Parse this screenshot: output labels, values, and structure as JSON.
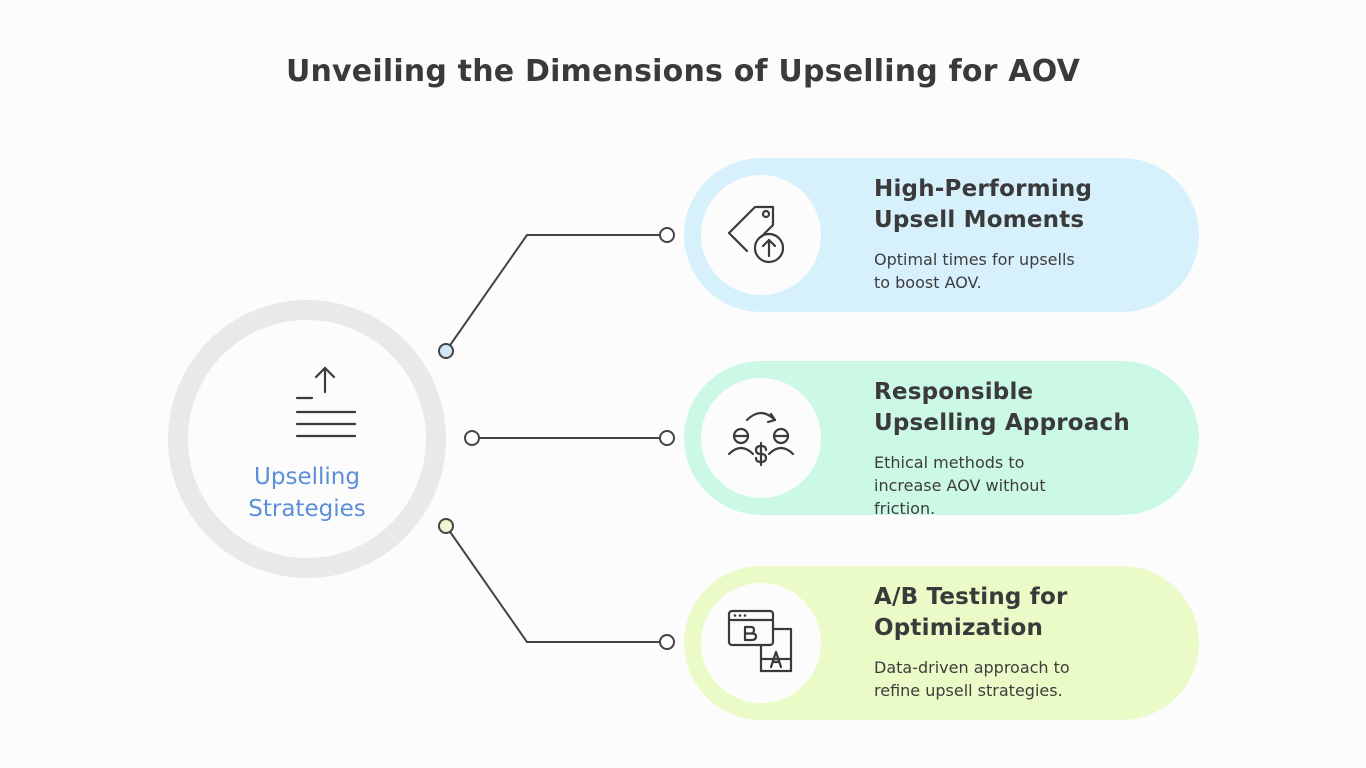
{
  "title": "Unveiling the Dimensions of Upselling for AOV",
  "hub": {
    "label": "Upselling\nStrategies",
    "icon": "upload-lines-icon",
    "ring_color": "#e9e9e9",
    "label_color": "#5b8fd8"
  },
  "items": [
    {
      "title": "High-Performing\nUpsell Moments",
      "description": "Optimal times for upsells\nto boost AOV.",
      "icon": "price-tag-up-arrow-icon",
      "color": "#d6f1fc",
      "node_color": "#cfe9f7"
    },
    {
      "title": "Responsible\nUpselling Approach",
      "description": "Ethical methods to\nincrease AOV without\nfriction.",
      "icon": "exchange-people-dollar-icon",
      "color": "#ccf8e6",
      "node_color": "#cfe9f7"
    },
    {
      "title": "A/B Testing for\nOptimization",
      "description": "Data-driven approach to\nrefine upsell strategies.",
      "icon": "ab-test-windows-icon",
      "color": "#eafbc8",
      "node_color": "#e8f5c8"
    }
  ],
  "colors": {
    "title": "#3a3a3a",
    "connector": "#3a3a3a",
    "background": "#fcfcfc"
  }
}
